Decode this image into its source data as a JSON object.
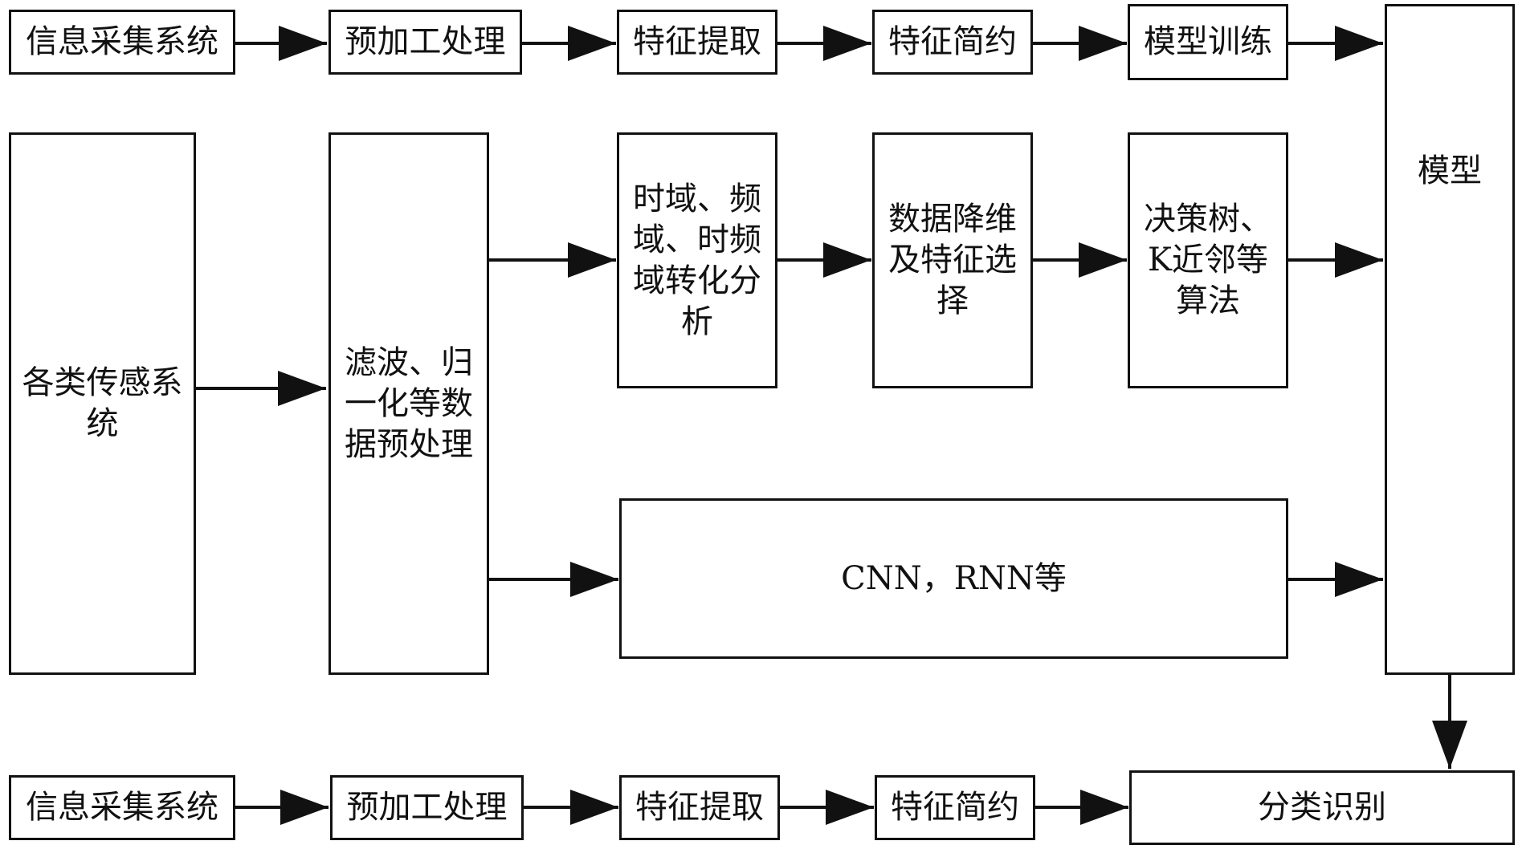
{
  "rows": {
    "top": [
      "信息采集系统",
      "预加工处理",
      "特征提取",
      "特征简约",
      "模型训练"
    ],
    "bottom": [
      "信息采集系统",
      "预加工处理",
      "特征提取",
      "特征简约",
      "分类识别"
    ]
  },
  "middle": {
    "sensors": "各类传感系统",
    "preprocess": "滤波、归一化等数据预处理",
    "transform": "时域、频域、时频域转化分析",
    "reduce": "数据降维及特征选择",
    "algo": "决策树、K近邻等算法",
    "deep": "CNN，RNN等",
    "model": "模型"
  },
  "colors": {
    "stroke": "#111111",
    "background": "#ffffff"
  }
}
